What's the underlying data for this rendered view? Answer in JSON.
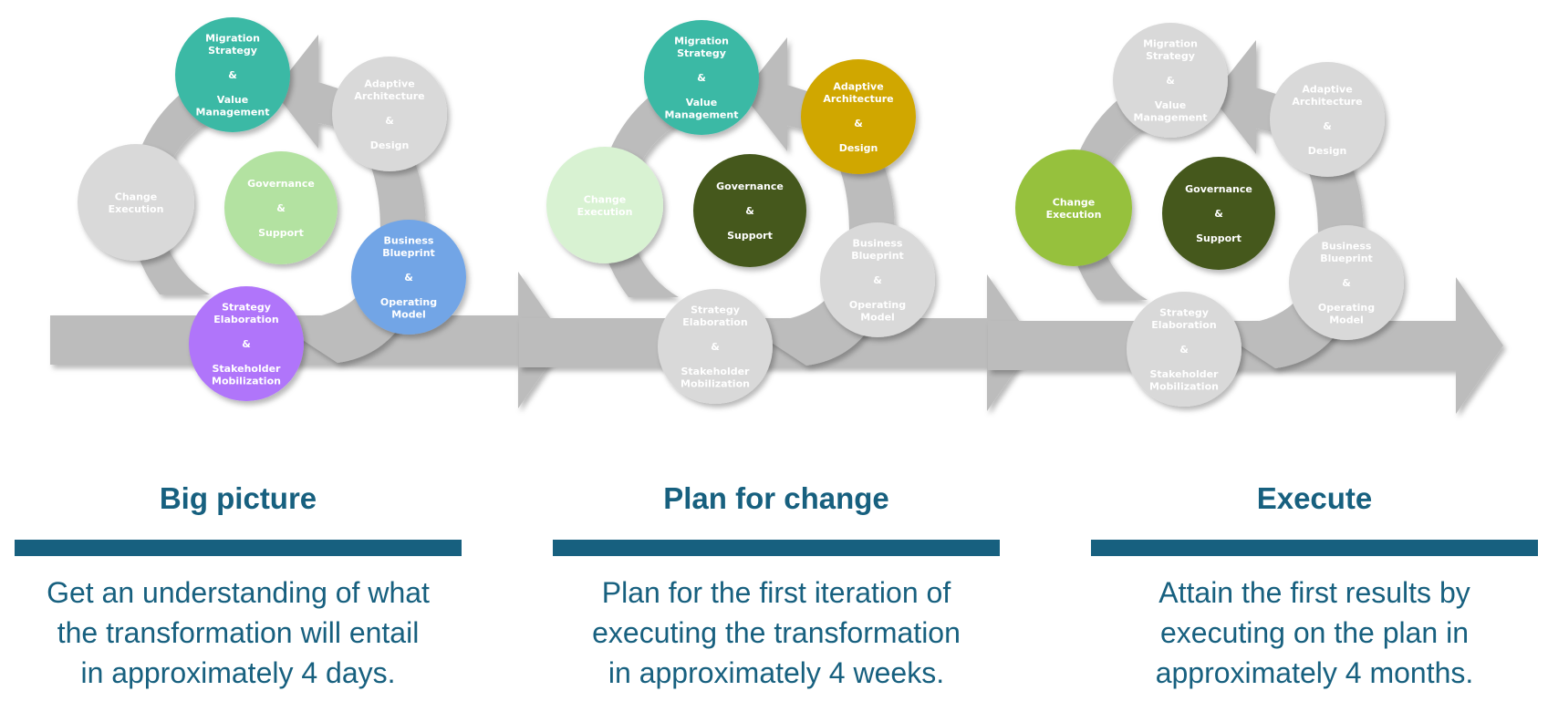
{
  "colors": {
    "accent": "#17607f",
    "ring": "#bcbcbc",
    "inactive_circle": "#d9d9d9",
    "text_on_circle": "#ffffff"
  },
  "node_labels": {
    "migration": [
      "Migration",
      "Strategy",
      "",
      "&",
      "",
      "Value",
      "Management"
    ],
    "adaptive": [
      "Adaptive",
      "Architecture",
      "",
      "&",
      "",
      "Design"
    ],
    "change": [
      "Change",
      "Execution"
    ],
    "governance": [
      "Governance",
      "",
      "&",
      "",
      "Support"
    ],
    "blueprint": [
      "Business",
      "Blueprint",
      "",
      "&",
      "",
      "Operating",
      "Model"
    ],
    "strategy": [
      "Strategy",
      "Elaboration",
      "",
      "&",
      "",
      "Stakeholder",
      "Mobilization"
    ]
  },
  "phases": [
    {
      "title": "Big picture",
      "description": "Get an understanding of what the transformation will entail in approximately 4 days.",
      "description_lines": [
        "Get an understanding of what",
        "the transformation will entail",
        "in approximately 4 days."
      ],
      "circles": {
        "migration": "#3bb9a5",
        "adaptive": "#d9d9d9",
        "change": "#d9d9d9",
        "governance": "#b3e2a1",
        "blueprint": "#72a5e6",
        "strategy": "#b075fa"
      },
      "highlighted": [
        "migration",
        "governance",
        "blueprint",
        "strategy"
      ]
    },
    {
      "title": "Plan for change",
      "description": "Plan for the first iteration of executing the transformation in approximately 4 weeks.",
      "description_lines": [
        "Plan for the first iteration of",
        "executing the transformation",
        "in approximately 4 weeks."
      ],
      "circles": {
        "migration": "#3bb9a5",
        "adaptive": "#d0a700",
        "change": "#d8f2d2",
        "governance": "#44591e",
        "blueprint": "#d9d9d9",
        "strategy": "#d9d9d9"
      },
      "highlighted": [
        "migration",
        "adaptive",
        "governance"
      ]
    },
    {
      "title": "Execute",
      "description": "Attain the first results by executing on the plan in approximately 4 months.",
      "description_lines": [
        "Attain the first results by",
        "executing on the plan in",
        "approximately 4 months."
      ],
      "circles": {
        "migration": "#d9d9d9",
        "adaptive": "#d9d9d9",
        "change": "#96c13d",
        "governance": "#44591e",
        "blueprint": "#d9d9d9",
        "strategy": "#d9d9d9"
      },
      "highlighted": [
        "change",
        "governance"
      ]
    }
  ]
}
